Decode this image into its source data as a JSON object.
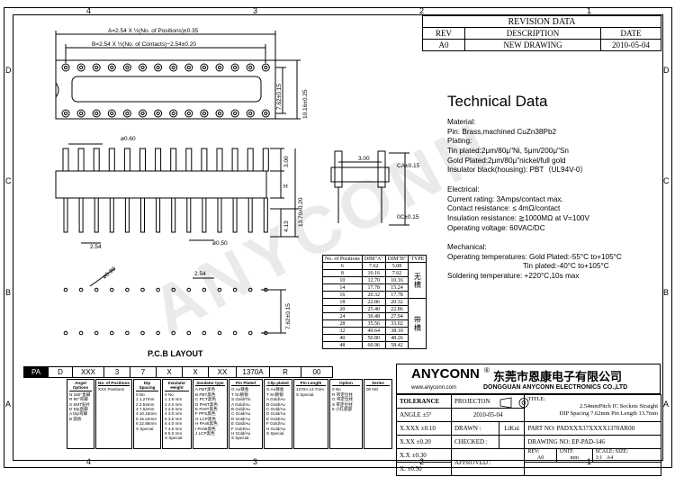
{
  "border": {
    "top_numbers": [
      "4",
      "3",
      "2",
      "1"
    ],
    "bottom_numbers": [
      "4",
      "3",
      "2",
      "1"
    ],
    "left_letters": [
      "D",
      "C",
      "B",
      "A"
    ],
    "right_letters": [
      "D",
      "C",
      "B",
      "A"
    ]
  },
  "revision": {
    "title": "REVISION DATA",
    "headers": [
      "REV",
      "DESCRIPTION",
      "DATE"
    ],
    "row": [
      "A0",
      "NEW DRAWING",
      "2010-05-04"
    ]
  },
  "technical": {
    "title": "Technical Data",
    "lines": [
      "Material:",
      "Pin: Brass,machined CuZn38Pb2",
      "Plating:",
      "Tin plated:2μm/80μ\"Ni, 5μm/200μ\"Sn",
      "Gold Plated:2μm/80μ\"nickel/full gold",
      "Insulator black(housing): PBT（UL94V-0）",
      "",
      "Electrical:",
      "Current rating: 3Amps/contact max.",
      "Contact resistance: ≤ 4mΩ/contact",
      "Insulation resistance: ≧1000MΩ at V=100V",
      "Operating voltage: 60VAC/DC",
      "",
      "Mechanical:",
      "Operating temperatures: Gold Plated:-55°C to+105°C",
      "                                     Tin plated:-40°C to+105°C",
      "Soldering temperature: +220°C,10s max"
    ]
  },
  "dimensions": {
    "a_formula": "A=2.54 X ½(No. of Positions)±0.35",
    "b_formula": "B=2.54 X ½(No. of Contacts)−2.54±0.20",
    "d762": "7.62±0.15",
    "d1016": "10.16±0.25",
    "d060": "ø0.60",
    "d300": "3.00",
    "d1370": "13.70±0.20",
    "d413": "4.13",
    "h": "H",
    "d050": "ø0.50",
    "d254a": "2.54",
    "d300b": "3.00",
    "ca": "CA±0.15",
    "oc": "0C±0.15",
    "d080": "ø0.80",
    "d254b": "2.54",
    "d762b": "7.62±0.15",
    "pcb_title": "P.C.B  LAYOUT",
    "watermark": "ANYCONN"
  },
  "positions": {
    "headers": [
      "No. of Positions",
      "DIM\"A\"",
      "DIM\"B\"",
      "TYPE"
    ],
    "rows": [
      [
        "6",
        "7.62",
        "5.08"
      ],
      [
        "8",
        "10.16",
        "7.62"
      ],
      [
        "10",
        "12.70",
        "10.16"
      ],
      [
        "14",
        "17.78",
        "15.24"
      ],
      [
        "16",
        "20.32",
        "17.78"
      ],
      [
        "18",
        "22.86",
        "20.32"
      ],
      [
        "20",
        "25.40",
        "22.86"
      ],
      [
        "24",
        "30.48",
        "27.94"
      ],
      [
        "28",
        "35.56",
        "33.02"
      ],
      [
        "32",
        "40.64",
        "38.10"
      ],
      [
        "40",
        "50.80",
        "48.26"
      ],
      [
        "48",
        "60.96",
        "58.42"
      ]
    ],
    "type_a": "无\n横",
    "type_b": "带\n横"
  },
  "code": {
    "cells": [
      "PA",
      "D",
      "XXX",
      "3",
      "7",
      "X",
      "X",
      "XX",
      "1370A",
      "R",
      "00"
    ]
  },
  "options": [
    {
      "title": "Angel Options",
      "lines": [
        "N  180°直脚",
        "R  90°弯脚",
        "S  SMT贴片",
        "D  Dip直脚",
        "A  Dip弯脚",
        "B  其他"
      ]
    },
    {
      "title": "No. of Positions",
      "lines": [
        "XXX Positions"
      ]
    },
    {
      "title": "Dip Spacing",
      "lines": [
        "0   No",
        "1   1.27mm",
        "2   2.54mm",
        "3   7.62mm",
        "4   10.16mm",
        "5   15.24mm",
        "6   22.86mm",
        "S   Special"
      ]
    },
    {
      "title": "Insulator Height",
      "lines": [
        "0   No",
        "1   1.5 mm",
        "2   2.0 mm",
        "3   2.5 mm",
        "4   3.0 mm",
        "5   3.5 mm",
        "6   4.0 mm",
        "7   4.5 mm",
        "8   5.0 mm",
        "S   Special"
      ]
    },
    {
      "title": "Insulator type",
      "lines": [
        "A  PBT黑色",
        "B  PBT黑色",
        "C  PCT黑色",
        "D  PA6T黑色",
        "E  PA9T黑色",
        "F  PPS黑色",
        "G  LCP黑色",
        "H  PA46黑色",
        "I  PA66黑色",
        "J  LCP黑色"
      ]
    },
    {
      "title": "Pin Plated",
      "lines": [
        "G  Au镀金",
        "T  Sn镀锡",
        "S  Gold/Tin",
        "A  Gold/Au",
        "B  Gold/Au",
        "C  Gold/Au",
        "D  Gold/Au",
        "E  Gold/Au",
        "F  Gold/Au",
        "H  Gold/Au",
        "S  Special"
      ]
    },
    {
      "title": "Clip plated",
      "lines": [
        "G  Au镀金",
        "T  Sn镀锡",
        "A  Gold/Au",
        "B  Gold/Au",
        "C  Gold/Au",
        "D  Gold/Au",
        "E  Gold/Au",
        "F  Gold/Au",
        "H  Gold/Au",
        "S  Special"
      ]
    },
    {
      "title": "Pin Length",
      "lines": [
        "1370A  13.7mm",
        "S   Special"
      ]
    },
    {
      "title": "Option",
      "lines": [
        "0  No",
        "R  带定位柱",
        "G  带定位柱",
        "S  带定位柱",
        "5  小孔底部"
      ]
    },
    {
      "title": "Series",
      "lines": [
        "00  NO"
      ]
    }
  ],
  "company": {
    "name": "ANYCONN",
    "chinese": "东莞市恩康电子有限公司",
    "english": "DONGGUAN ANYCONN ELECTRONICS CO.,LTD",
    "web": "www.anyconn.com"
  },
  "titleblock": {
    "tolerance": "TOLERANCE",
    "projection": "PROJECTON",
    "angle": "ANGLE",
    "angle_val": "±5°",
    "tol_rows": [
      [
        "X.XXX",
        "±0.10"
      ],
      [
        "X.XX",
        "±0.20"
      ],
      [
        "X.X",
        "±0.30"
      ],
      [
        "X.",
        "±0.50"
      ]
    ],
    "date": "2010-05-04",
    "drawn_label": "DRAWN :",
    "drawn_val": "LiKui",
    "checked_label": "CHECKED :",
    "approved_label": "APPROVED :",
    "title_label": "TITLE:",
    "title_line1": "2.54mmPitch IC Sockets Straight",
    "title_line2": "DIP Spacing 7.62mm Pin Length 13.7mm",
    "part_label": "PART NO:",
    "part_val": "PADXXX37XXXX1370AR00",
    "drawing_label": "DRAWING NO:",
    "drawing_val": "EP-PAD-146",
    "rev_label": "REV:",
    "rev_val": "A0",
    "unit_label": "UNIT:",
    "unit_val": "mm",
    "scale_label": "SCALE:",
    "scale_val": "3:1",
    "size_label": "SIZE:",
    "size_val": "A4"
  }
}
